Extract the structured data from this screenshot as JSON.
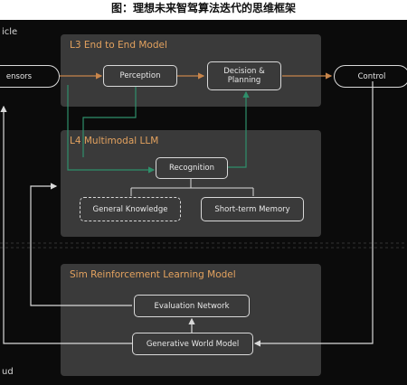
{
  "caption": "图：理想未来智驾算法迭代的思维框架",
  "edge_labels": {
    "vehicle": "icle",
    "cloud": "ud"
  },
  "panels": {
    "l3": {
      "title": "L3   End to End Model"
    },
    "l4": {
      "title": "L4   Multimodal LLM"
    },
    "sim": {
      "title": "Sim   Reinforcement Learning Model"
    }
  },
  "nodes": {
    "sensors": "ensors",
    "perception": "Perception",
    "decision": "Decision &\nPlanning",
    "control": "Control",
    "recognition": "Recognition",
    "general_knowledge": "General Knowledge",
    "short_term_memory": "Short-term Memory",
    "evaluation_network": "Evaluation Network",
    "world_model": "Generative World Model"
  },
  "colors": {
    "background": "#0b0b0b",
    "panel": "#3a3a3a",
    "title_accent": "#e3a25f",
    "orange_arrow": "#c8854a",
    "green_arrow": "#2f8f6b",
    "white_arrow": "#d9d9d9"
  }
}
